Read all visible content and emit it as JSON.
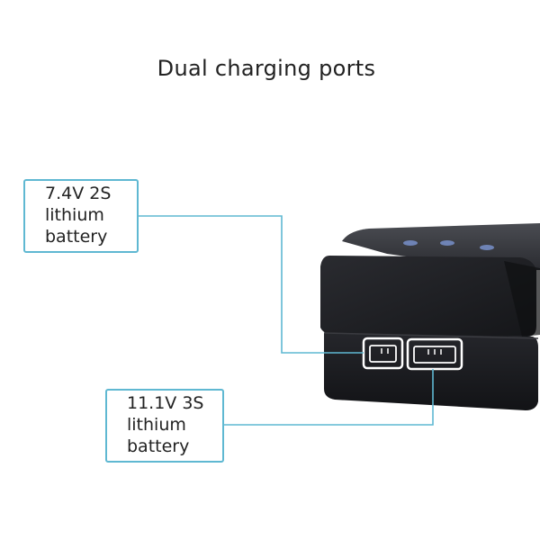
{
  "headline": "Dual charging ports",
  "callouts": [
    {
      "lines": [
        "7.4V 2S",
        "lithium",
        "battery"
      ]
    },
    {
      "lines": [
        "11.1V 3S",
        "lithium",
        "battery"
      ]
    }
  ],
  "colors": {
    "leader": "#5fb8d2",
    "body": "#1d1e22",
    "port": "#ffffff"
  }
}
